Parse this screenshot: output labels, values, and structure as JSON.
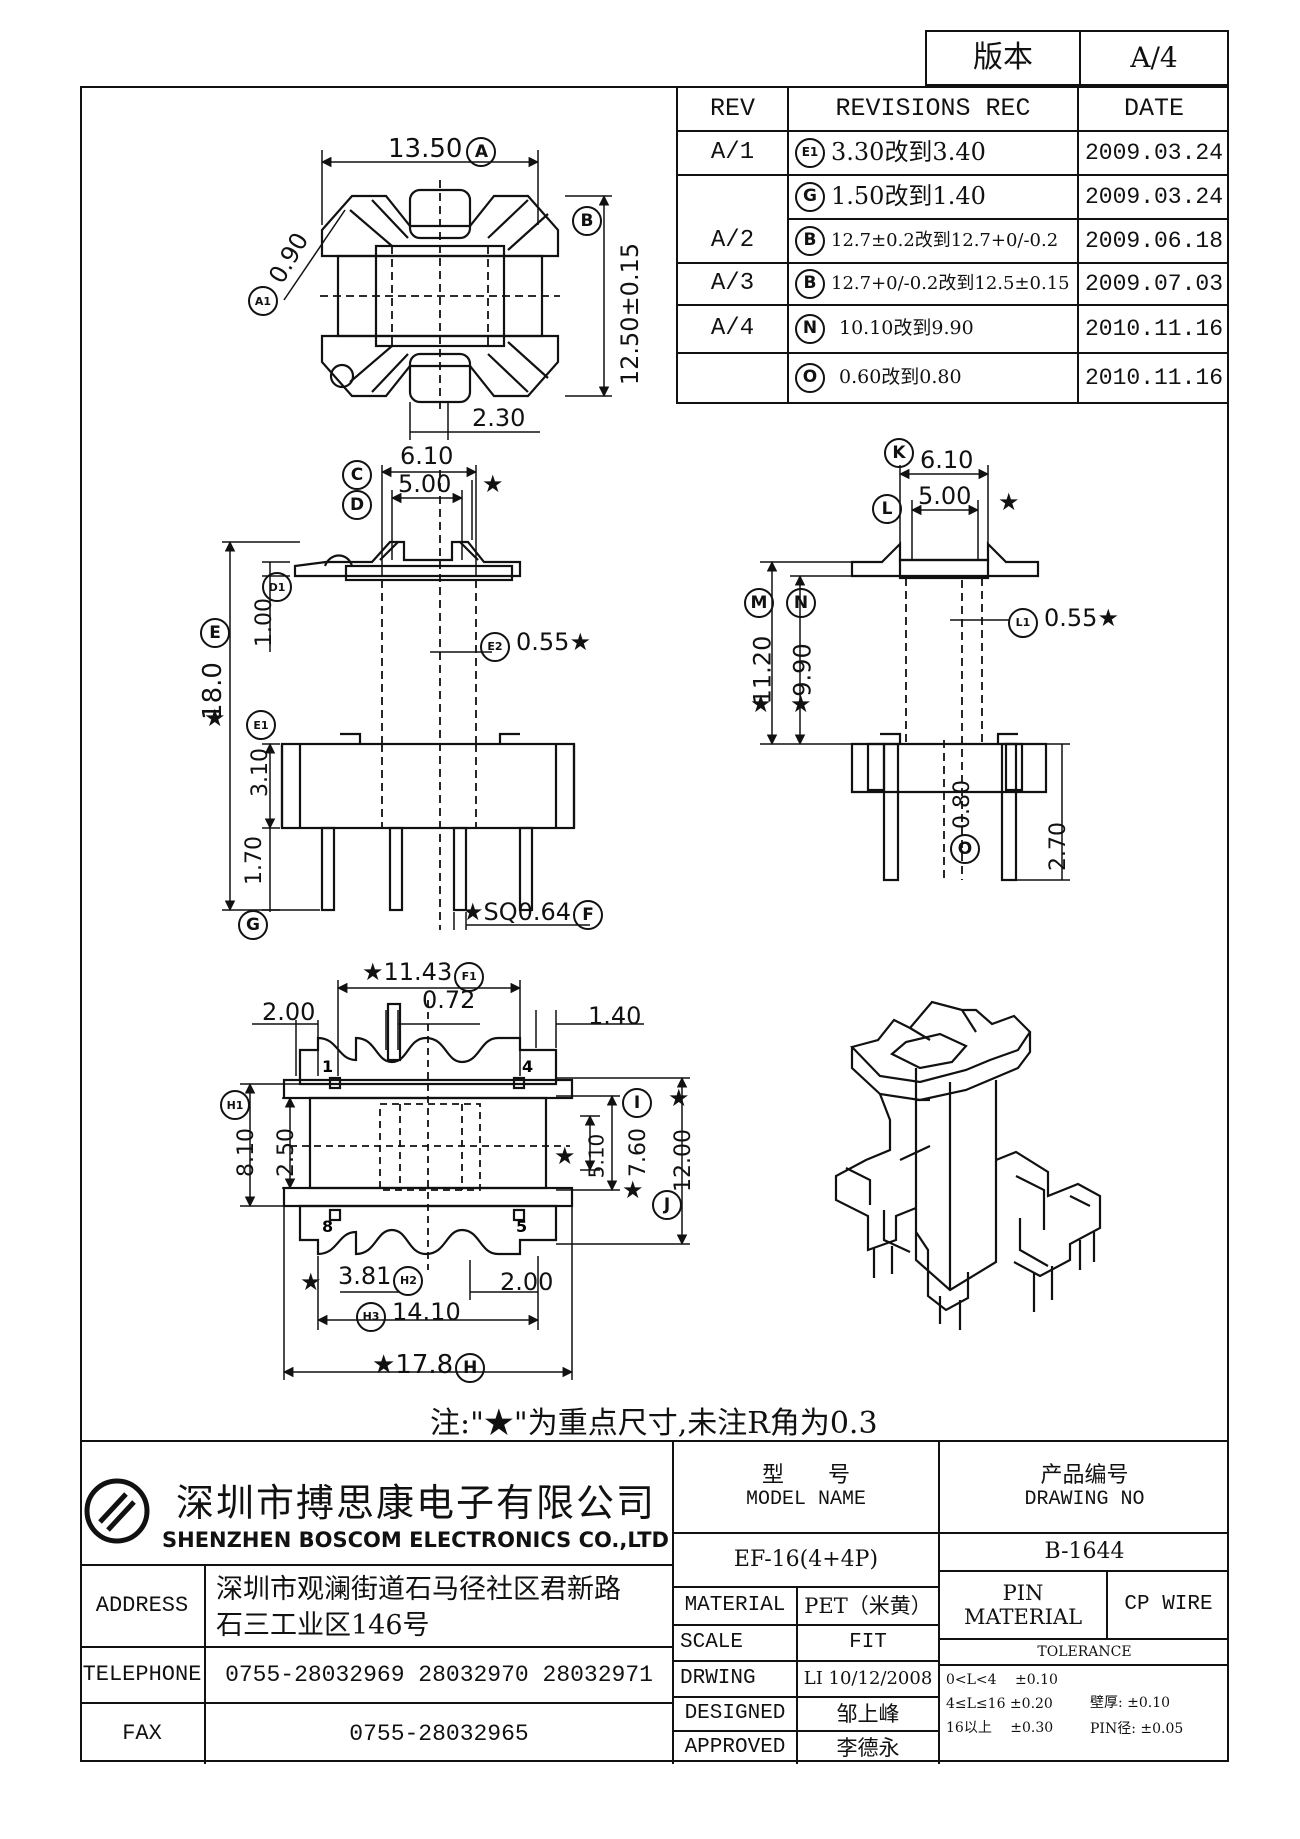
{
  "version_box": {
    "label": "版本",
    "value": "A/4"
  },
  "revisions": {
    "headers": {
      "rev": "REV",
      "rec": "REVISIONS REC",
      "date": "DATE"
    },
    "rows": [
      {
        "rev": "A/1",
        "mark": "E1",
        "text": "3.30改到3.40",
        "date": "2009.03.24"
      },
      {
        "rev": "",
        "mark": "G",
        "text": "1.50改到1.40",
        "date": "2009.03.24"
      },
      {
        "rev": "A/2",
        "mark": "B",
        "text": "12.7±0.2改到12.7+0/-0.2",
        "date": "2009.06.18"
      },
      {
        "rev": "A/3",
        "mark": "B",
        "text": "12.7+0/-0.2改到12.5±0.15",
        "date": "2009.07.03"
      },
      {
        "rev": "A/4",
        "mark": "N",
        "text": "10.10改到9.90",
        "date": "2010.11.16"
      },
      {
        "rev": "",
        "mark": "O",
        "text": "0.60改到0.80",
        "date": "2010.11.16"
      }
    ]
  },
  "dimensions": {
    "top": {
      "a": "13.50",
      "a_mark": "A",
      "a1": "0.90",
      "a1_mark": "A1",
      "b": "12.50±0.15",
      "b_mark": "B",
      "c": "2.30"
    },
    "front": {
      "c": "6.10",
      "c_mark": "C",
      "d": "5.00",
      "d_mark": "D",
      "d1": "1.00",
      "d1_mark": "D1",
      "e": "18.0",
      "e_mark": "E",
      "e1": "3.10",
      "e1_mark": "E1",
      "e2": "0.55",
      "e2_mark": "E2",
      "f": "SQ0.64",
      "f_mark": "F",
      "g": "1.70",
      "g_mark": "G"
    },
    "side": {
      "k": "6.10",
      "k_mark": "K",
      "l": "5.00",
      "l_mark": "L",
      "l1": "0.55",
      "l1_mark": "L1",
      "m": "11.20",
      "m_mark": "M",
      "n": "9.90",
      "n_mark": "N",
      "o": "0.80",
      "o_mark": "O",
      "p": "2.70"
    },
    "bottom": {
      "f1": "11.43",
      "f1_mark": "F1",
      "left": "2.00",
      "mid": "0.72",
      "right": "1.40",
      "h1": "8.10",
      "h1_mark": "H1",
      "h1b": "2.50",
      "i": "7.60",
      "i_mark": "I",
      "i_inner": "5.10",
      "j": "12.00",
      "j_mark": "J",
      "h2": "3.81",
      "h2_mark": "H2",
      "h2b": "2.00",
      "h3": "14.10",
      "h3_mark": "H3",
      "h": "17.8",
      "h_mark": "H",
      "pin1": "1",
      "pin4": "4",
      "pin5": "5",
      "pin8": "8"
    }
  },
  "star": "★",
  "note": "注:\"★\"为重点尺寸,未注R角为0.3",
  "company": {
    "name_cn": "深圳市搏思康电子有限公司",
    "name_en": "SHENZHEN BOSCOM ELECTRONICS CO.,LTD"
  },
  "title_block": {
    "model_label_cn": "型　　号",
    "model_label_en": "MODEL NAME",
    "drawing_label_cn": "产品编号",
    "drawing_label_en": "DRAWING NO",
    "model_value": "EF-16(4+4P)",
    "drawing_value": "B-1644",
    "address_label": "ADDRESS",
    "address_line1": "深圳市观澜街道石马径社区君新路",
    "address_line2": "石三工业区146号",
    "telephone_label": "TELEPHONE",
    "telephone_value": "0755-28032969  28032970  28032971",
    "fax_label": "FAX",
    "fax_value": "0755-28032965",
    "material_label": "MATERIAL",
    "material_value": "PET（米黄）",
    "scale_label": "SCALE",
    "scale_value": "FIT",
    "drwing_label": "DRWING",
    "drwing_value": "LI 10/12/2008",
    "designed_label": "DESIGNED",
    "designed_value": "邹上峰",
    "approved_label": "APPROVED",
    "approved_value": "李德永",
    "pin_material_label_1": "PIN",
    "pin_material_label_2": "MATERIAL",
    "pin_material_value": "CP WIRE",
    "tolerance_label": "TOLERANCE",
    "tol_1": "0<L<4　 ±0.10",
    "tol_2": "4≤L≤16  ±0.20",
    "tol_3": "16以上　 ±0.30",
    "wall_label": "壁厚:",
    "wall_value": "±0.10",
    "pin_dia_label": "PIN径:",
    "pin_dia_value": "±0.05"
  }
}
